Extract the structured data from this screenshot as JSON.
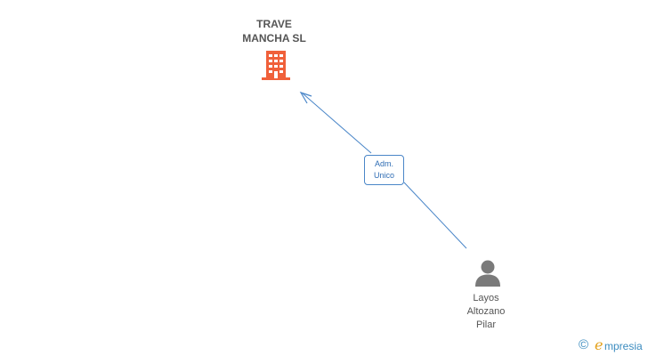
{
  "company": {
    "name_lines": [
      "TRAVE",
      "MANCHA SL"
    ],
    "icon": "building-icon",
    "icon_color": "#f0603a"
  },
  "relation": {
    "label_lines": [
      "Adm.",
      "Unico"
    ],
    "line_color": "#4a86c8"
  },
  "person": {
    "name_lines": [
      "Layos",
      "Altozano",
      "Pilar"
    ],
    "icon": "person-icon",
    "icon_color": "#7a7a7a"
  },
  "brand": {
    "copyright_symbol": "©",
    "logo_initial": "e",
    "logo_rest": "mpresia"
  }
}
